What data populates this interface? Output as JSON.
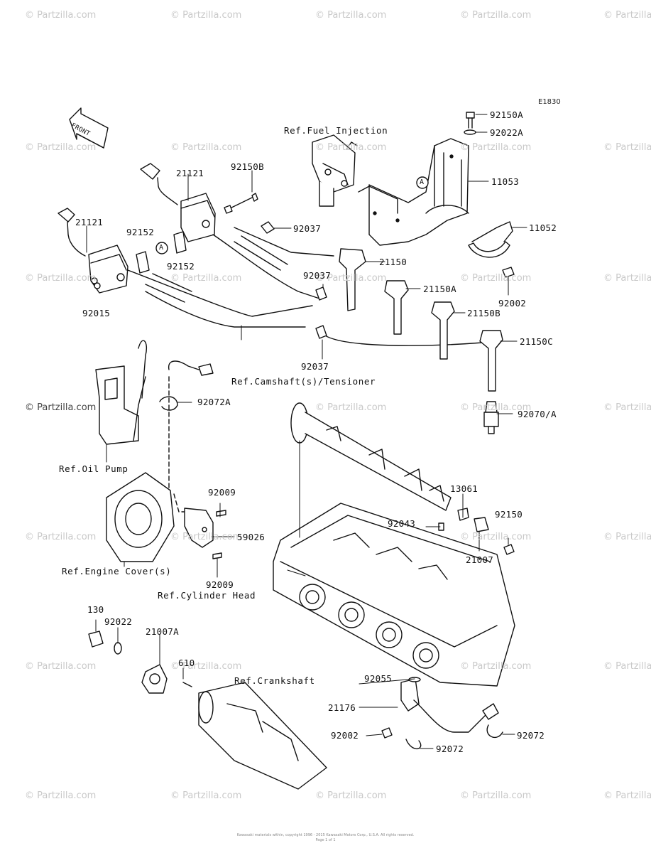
{
  "diagram_code": "E1830",
  "watermark_text": "© Partzilla.com",
  "front_label": "FRONT",
  "callouts": {
    "a_letter": "A",
    "p_92150A": "92150A",
    "p_92022A": "92022A",
    "p_11053": "11053",
    "p_11052": "11052",
    "p_92002_top": "92002",
    "p_21121_left": "21121",
    "p_21121_right": "21121",
    "p_92150B": "92150B",
    "p_92037_a": "92037",
    "p_92037_b": "92037",
    "p_92037_c": "92037",
    "p_92152_a": "92152",
    "p_92152_b": "92152",
    "p_92015": "92015",
    "p_21150": "21150",
    "p_21150A": "21150A",
    "p_21150B": "21150B",
    "p_21150C": "21150C",
    "p_92072A": "92072A",
    "p_92070A": "92070/A",
    "p_13061": "13061",
    "p_92150": "92150",
    "p_92043": "92043",
    "p_21007": "21007",
    "p_92009_a": "92009",
    "p_92009_b": "92009",
    "p_59026": "59026",
    "p_130": "130",
    "p_92022": "92022",
    "p_21007A": "21007A",
    "p_610": "610",
    "p_92055": "92055",
    "p_21176": "21176",
    "p_92002_bottom": "92002",
    "p_92072_a": "92072",
    "p_92072_b": "92072"
  },
  "references": {
    "fuel_injection": "Ref.Fuel Injection",
    "camshaft": "Ref.Camshaft(s)/Tensioner",
    "oil_pump": "Ref.Oil Pump",
    "engine_cover": "Ref.Engine Cover(s)",
    "cylinder_head": "Ref.Cylinder Head",
    "crankshaft": "Ref.Crankshaft"
  },
  "footer": {
    "line1": "Kawasaki materials within, copyright 1996 - 2015 Kawasaki Motors Corp., U.S.A. All rights reserved.",
    "line2": "Page 1 of 1"
  }
}
